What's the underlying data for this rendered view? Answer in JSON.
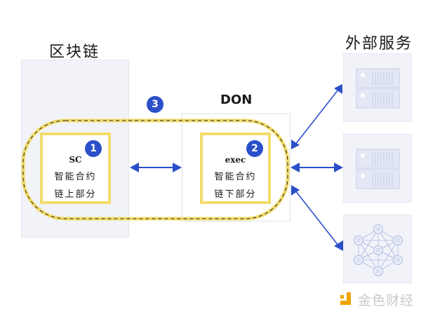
{
  "blockchain": {
    "title": "区块链",
    "sc_box": {
      "line1": "SC",
      "line2": "智能合约",
      "line3": "链上部分",
      "badge": "1"
    }
  },
  "don": {
    "title": "DON",
    "exec_box": {
      "line1": "exec",
      "line2": "智能合约",
      "line3": "链下部分",
      "badge": "2"
    }
  },
  "hybrid_loop": {
    "badge": "3"
  },
  "external_services": {
    "title": "外部服务",
    "items": [
      {
        "icon": "server-icon"
      },
      {
        "icon": "server-icon"
      },
      {
        "icon": "network-nodes-icon"
      }
    ]
  },
  "watermark": {
    "text": "金色财经"
  },
  "colors": {
    "accent_blue": "#2b4fc9",
    "highlight_yellow": "#f2dc6b",
    "panel_bg": "#f1f3f9"
  }
}
